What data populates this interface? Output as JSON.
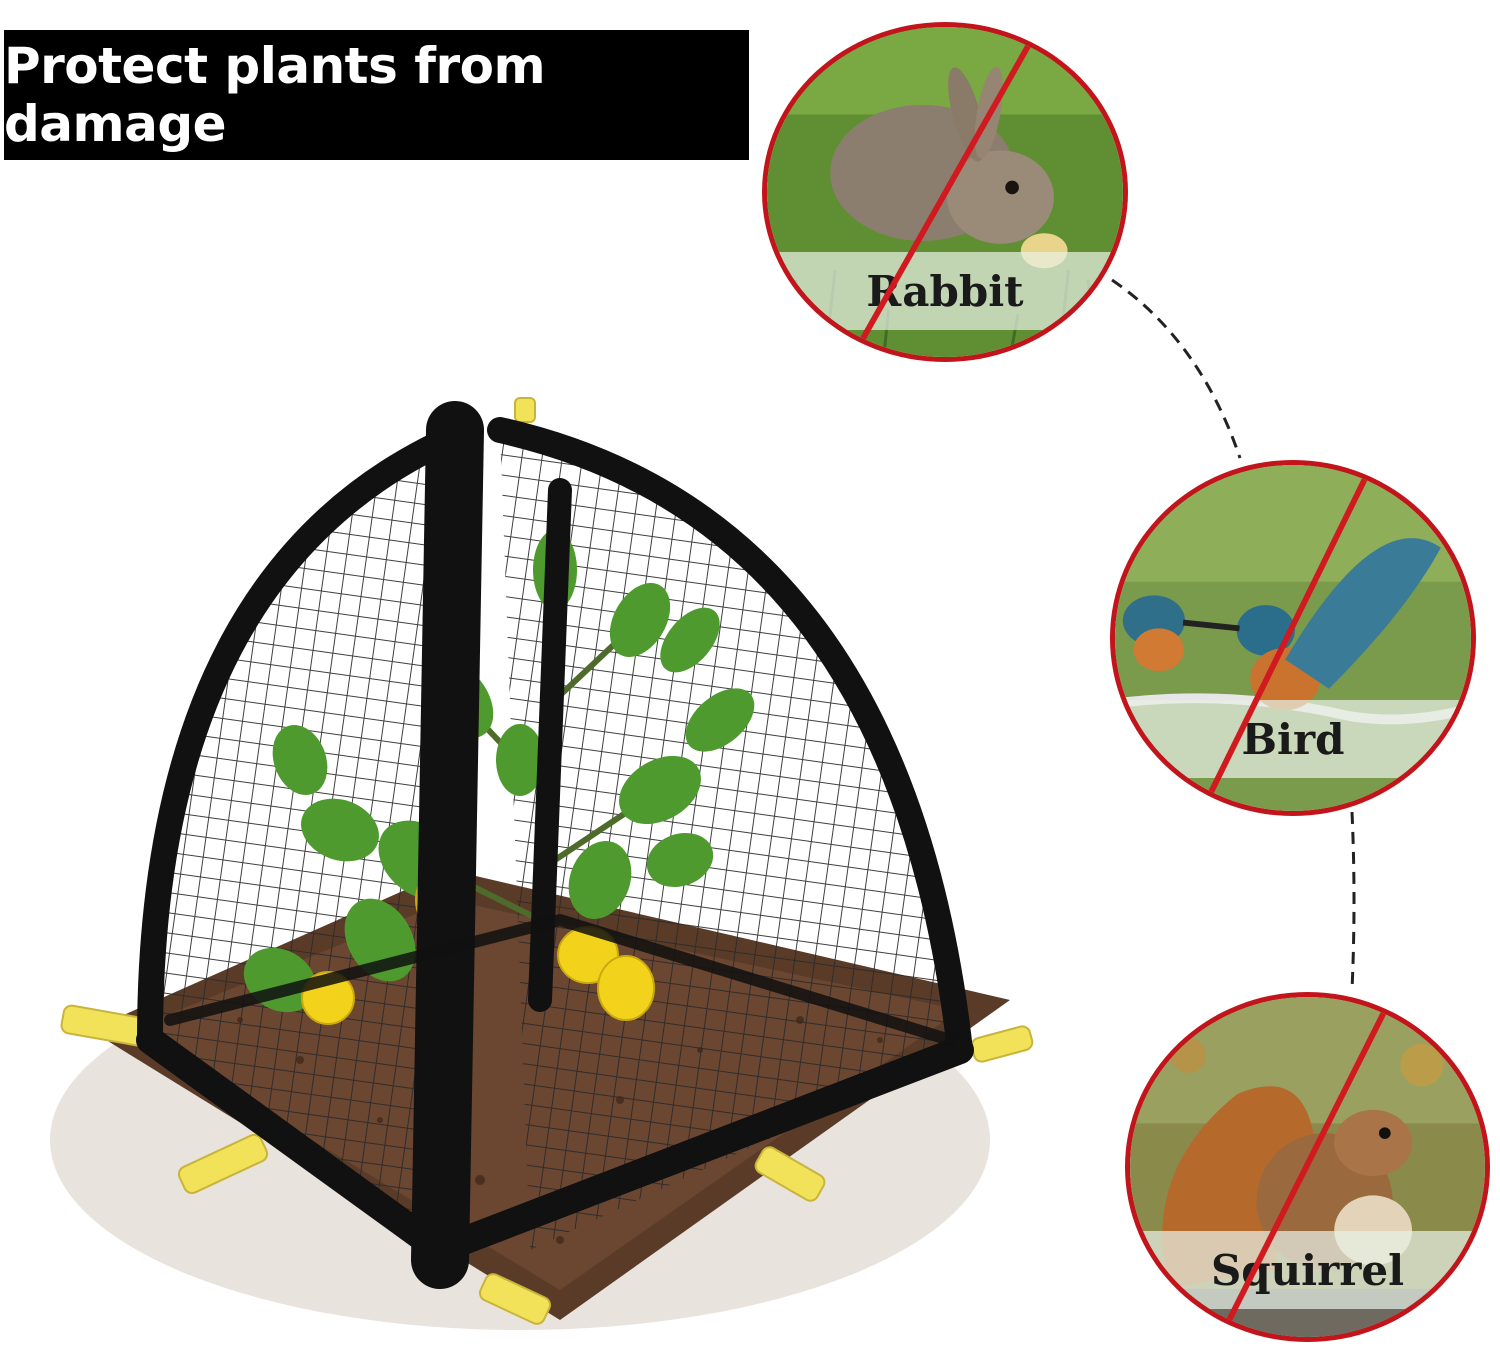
{
  "headline": "Protect plants from damage",
  "badges": [
    {
      "label": "Rabbit",
      "icon": "rabbit-photo-icon"
    },
    {
      "label": "Bird",
      "icon": "bird-photo-icon"
    },
    {
      "label": "Squirrel",
      "icon": "squirrel-photo-icon"
    }
  ],
  "colors": {
    "prohibit_red": "#c2141b",
    "strap_yellow": "#f2e25a",
    "frame_black": "#111111",
    "soil_brown": "#5a3b28"
  }
}
